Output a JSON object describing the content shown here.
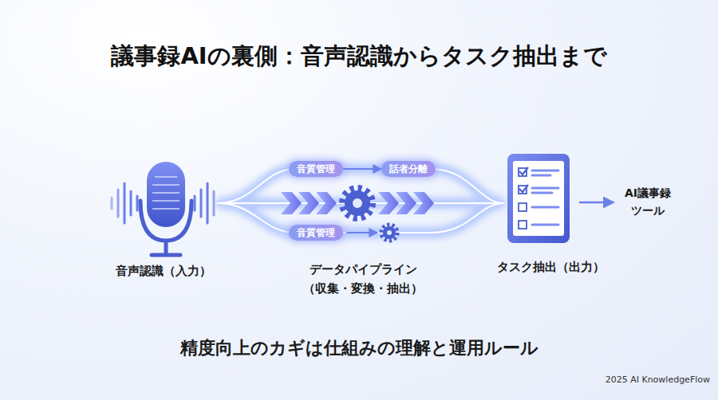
{
  "diagram": {
    "title": "議事録AIの裏側：音声認識からタスク抽出まで",
    "caption": "精度向上のカギは仕組みの理解と運用ルール",
    "nodes": [
      {
        "text": [
          "音声認識（入力）"
        ]
      },
      {
        "text": [
          "音質管理"
        ]
      },
      {
        "text": [
          "話者分離"
        ]
      },
      {
        "text": [
          "音質管理"
        ]
      },
      {
        "text": [
          "タスク抽出（出力）"
        ]
      }
    ],
    "edges": [
      {
        "from": 1,
        "to": 2,
        "arrow": "to"
      }
    ],
    "labels": [
      "データパイプライン（収集・変換・抽出）",
      "AI議事録 ツール",
      "2025 AI KnowledgeFlow"
    ]
  }
}
